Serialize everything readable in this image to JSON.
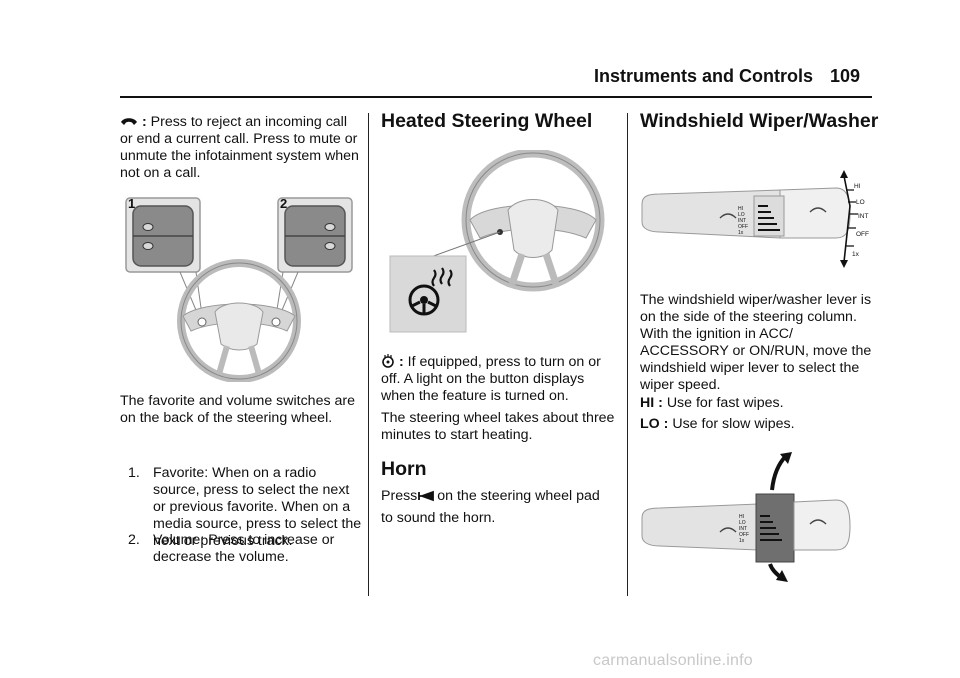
{
  "header": {
    "section_title": "Instruments and Controls",
    "page_number": "109"
  },
  "left": {
    "call_key": ":",
    "call_text": "Press to reject an incoming call or end a current call. Press to mute or unmute the infotainment system when not on a call.",
    "callout_1": "1",
    "callout_2": "2",
    "para": "The favorite and volume switches are on the back of the steering wheel.",
    "items": [
      {
        "num": "1.",
        "text": "Favorite: When on a radio source, press to select the next or previous favorite. When on a media source, press to select the next or previous track."
      },
      {
        "num": "2.",
        "text": "Volume: Press to increase or decrease the volume."
      }
    ]
  },
  "middle": {
    "heading": "Heated Steering Wheel",
    "heat_key": ":",
    "heat_text": "If equipped, press to turn on or off. A light on the button displays when the feature is turned on.",
    "para2": "The steering wheel takes about three minutes to start heating.",
    "horn_heading": "Horn",
    "horn_press": "Press",
    "horn_rest": "on the steering wheel pad",
    "horn_line2": "to sound the horn."
  },
  "right": {
    "heading": "Windshield Wiper/Washer",
    "lever_labels": {
      "hi": "HI",
      "lo": "LO",
      "int": "INT",
      "off": "OFF",
      "onex": "1x"
    },
    "para": "The windshield wiper/washer lever is on the side of the steering column. With the ignition in ACC/ ACCESSORY or ON/RUN, move the windshield wiper lever to select the wiper speed.",
    "hi_key": "HI :",
    "hi_text": "Use for fast wipes.",
    "lo_key": "LO :",
    "lo_text": "Use for slow wipes."
  },
  "footer": {
    "watermark": "carmanualsonline.info"
  }
}
